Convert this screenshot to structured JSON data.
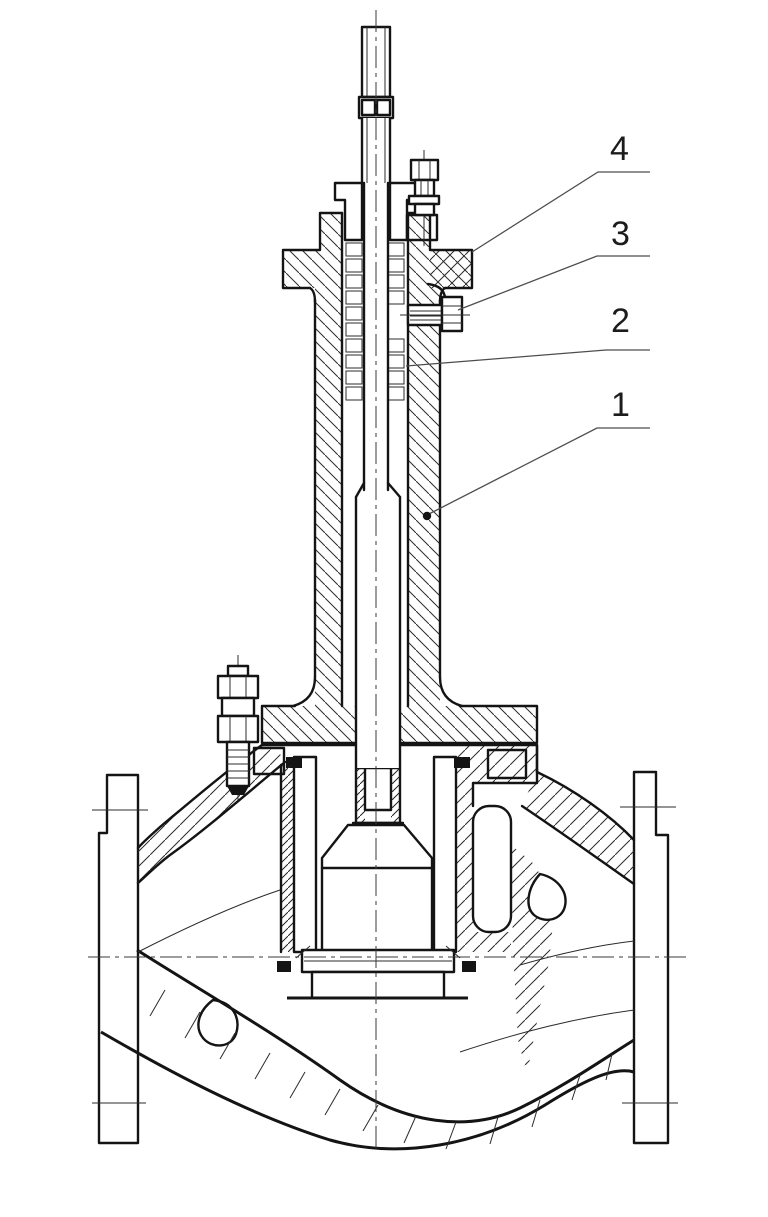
{
  "figure": {
    "type": "engineering-section-drawing",
    "subject": "Sectional drawing of a globe control valve",
    "background_color": "#ffffff",
    "line_color": "#141414",
    "leader_color": "#4d4d4d",
    "callouts": [
      {
        "number": "4",
        "part": "bonnet-top-flange"
      },
      {
        "number": "3",
        "part": "gland-side-bolt"
      },
      {
        "number": "2",
        "part": "stem-packing-rings"
      },
      {
        "number": "1",
        "part": "bonnet-neck"
      }
    ]
  }
}
